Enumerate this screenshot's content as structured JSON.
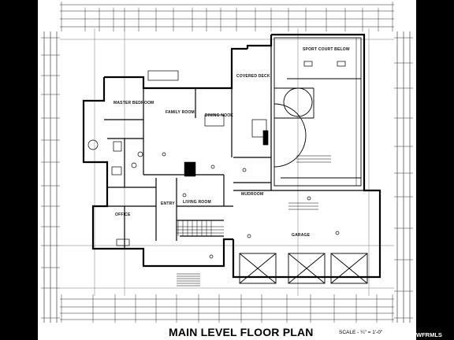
{
  "title": "MAIN LEVEL FLOOR PLAN",
  "scale": "SCALE - ¼\" = 1'-0\"",
  "watermark": "WFRMLS",
  "rooms": {
    "sport_court": "SPORT COURT BELOW",
    "master_bedroom": "MASTER BEDROOM",
    "family_room": "FAMILY ROOM",
    "dining_nook": "DINING NOOK",
    "covered_deck": "COVERED DECK",
    "office": "OFFICE",
    "living_room": "LIVING ROOM",
    "entry": "ENTRY",
    "mudroom": "MUDROOM",
    "garage": "GARAGE"
  }
}
